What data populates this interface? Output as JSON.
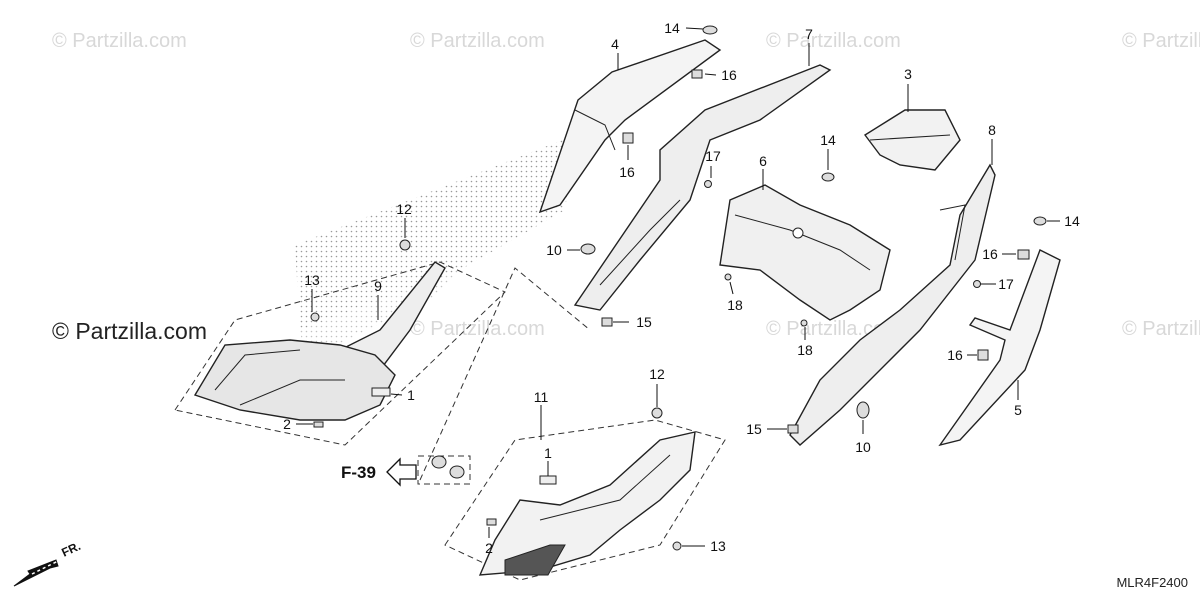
{
  "watermarks": [
    "© Partzilla.com",
    "© Partzilla.com",
    "© Partzilla.com",
    "© Partzilla.com",
    "© Partzilla.com",
    "© Partzilla.com",
    "© Partzilla.com"
  ],
  "main_watermark": "© Partzilla.com",
  "diagram_code": "MLR4F2400",
  "reference_label": "F-39",
  "front_label": "FR.",
  "callouts": [
    {
      "id": "c4",
      "text": "4"
    },
    {
      "id": "c14a",
      "text": "14"
    },
    {
      "id": "c7",
      "text": "7"
    },
    {
      "id": "c16a",
      "text": "16"
    },
    {
      "id": "c16b",
      "text": "16"
    },
    {
      "id": "c17a",
      "text": "17"
    },
    {
      "id": "c3",
      "text": "3"
    },
    {
      "id": "c14b",
      "text": "14"
    },
    {
      "id": "c6",
      "text": "6"
    },
    {
      "id": "c8",
      "text": "8"
    },
    {
      "id": "c12a",
      "text": "12"
    },
    {
      "id": "c10a",
      "text": "10"
    },
    {
      "id": "c14c",
      "text": "14"
    },
    {
      "id": "c16c",
      "text": "16"
    },
    {
      "id": "c17b",
      "text": "17"
    },
    {
      "id": "c13a",
      "text": "13"
    },
    {
      "id": "c9",
      "text": "9"
    },
    {
      "id": "c18a",
      "text": "18"
    },
    {
      "id": "c15a",
      "text": "15"
    },
    {
      "id": "c18b",
      "text": "18"
    },
    {
      "id": "c16d",
      "text": "16"
    },
    {
      "id": "c1a",
      "text": "1"
    },
    {
      "id": "c12b",
      "text": "12"
    },
    {
      "id": "c11",
      "text": "11"
    },
    {
      "id": "c2a",
      "text": "2"
    },
    {
      "id": "c15b",
      "text": "15"
    },
    {
      "id": "c10b",
      "text": "10"
    },
    {
      "id": "c5",
      "text": "5"
    },
    {
      "id": "c1b",
      "text": "1"
    },
    {
      "id": "c2b",
      "text": "2"
    },
    {
      "id": "c13b",
      "text": "13"
    }
  ]
}
